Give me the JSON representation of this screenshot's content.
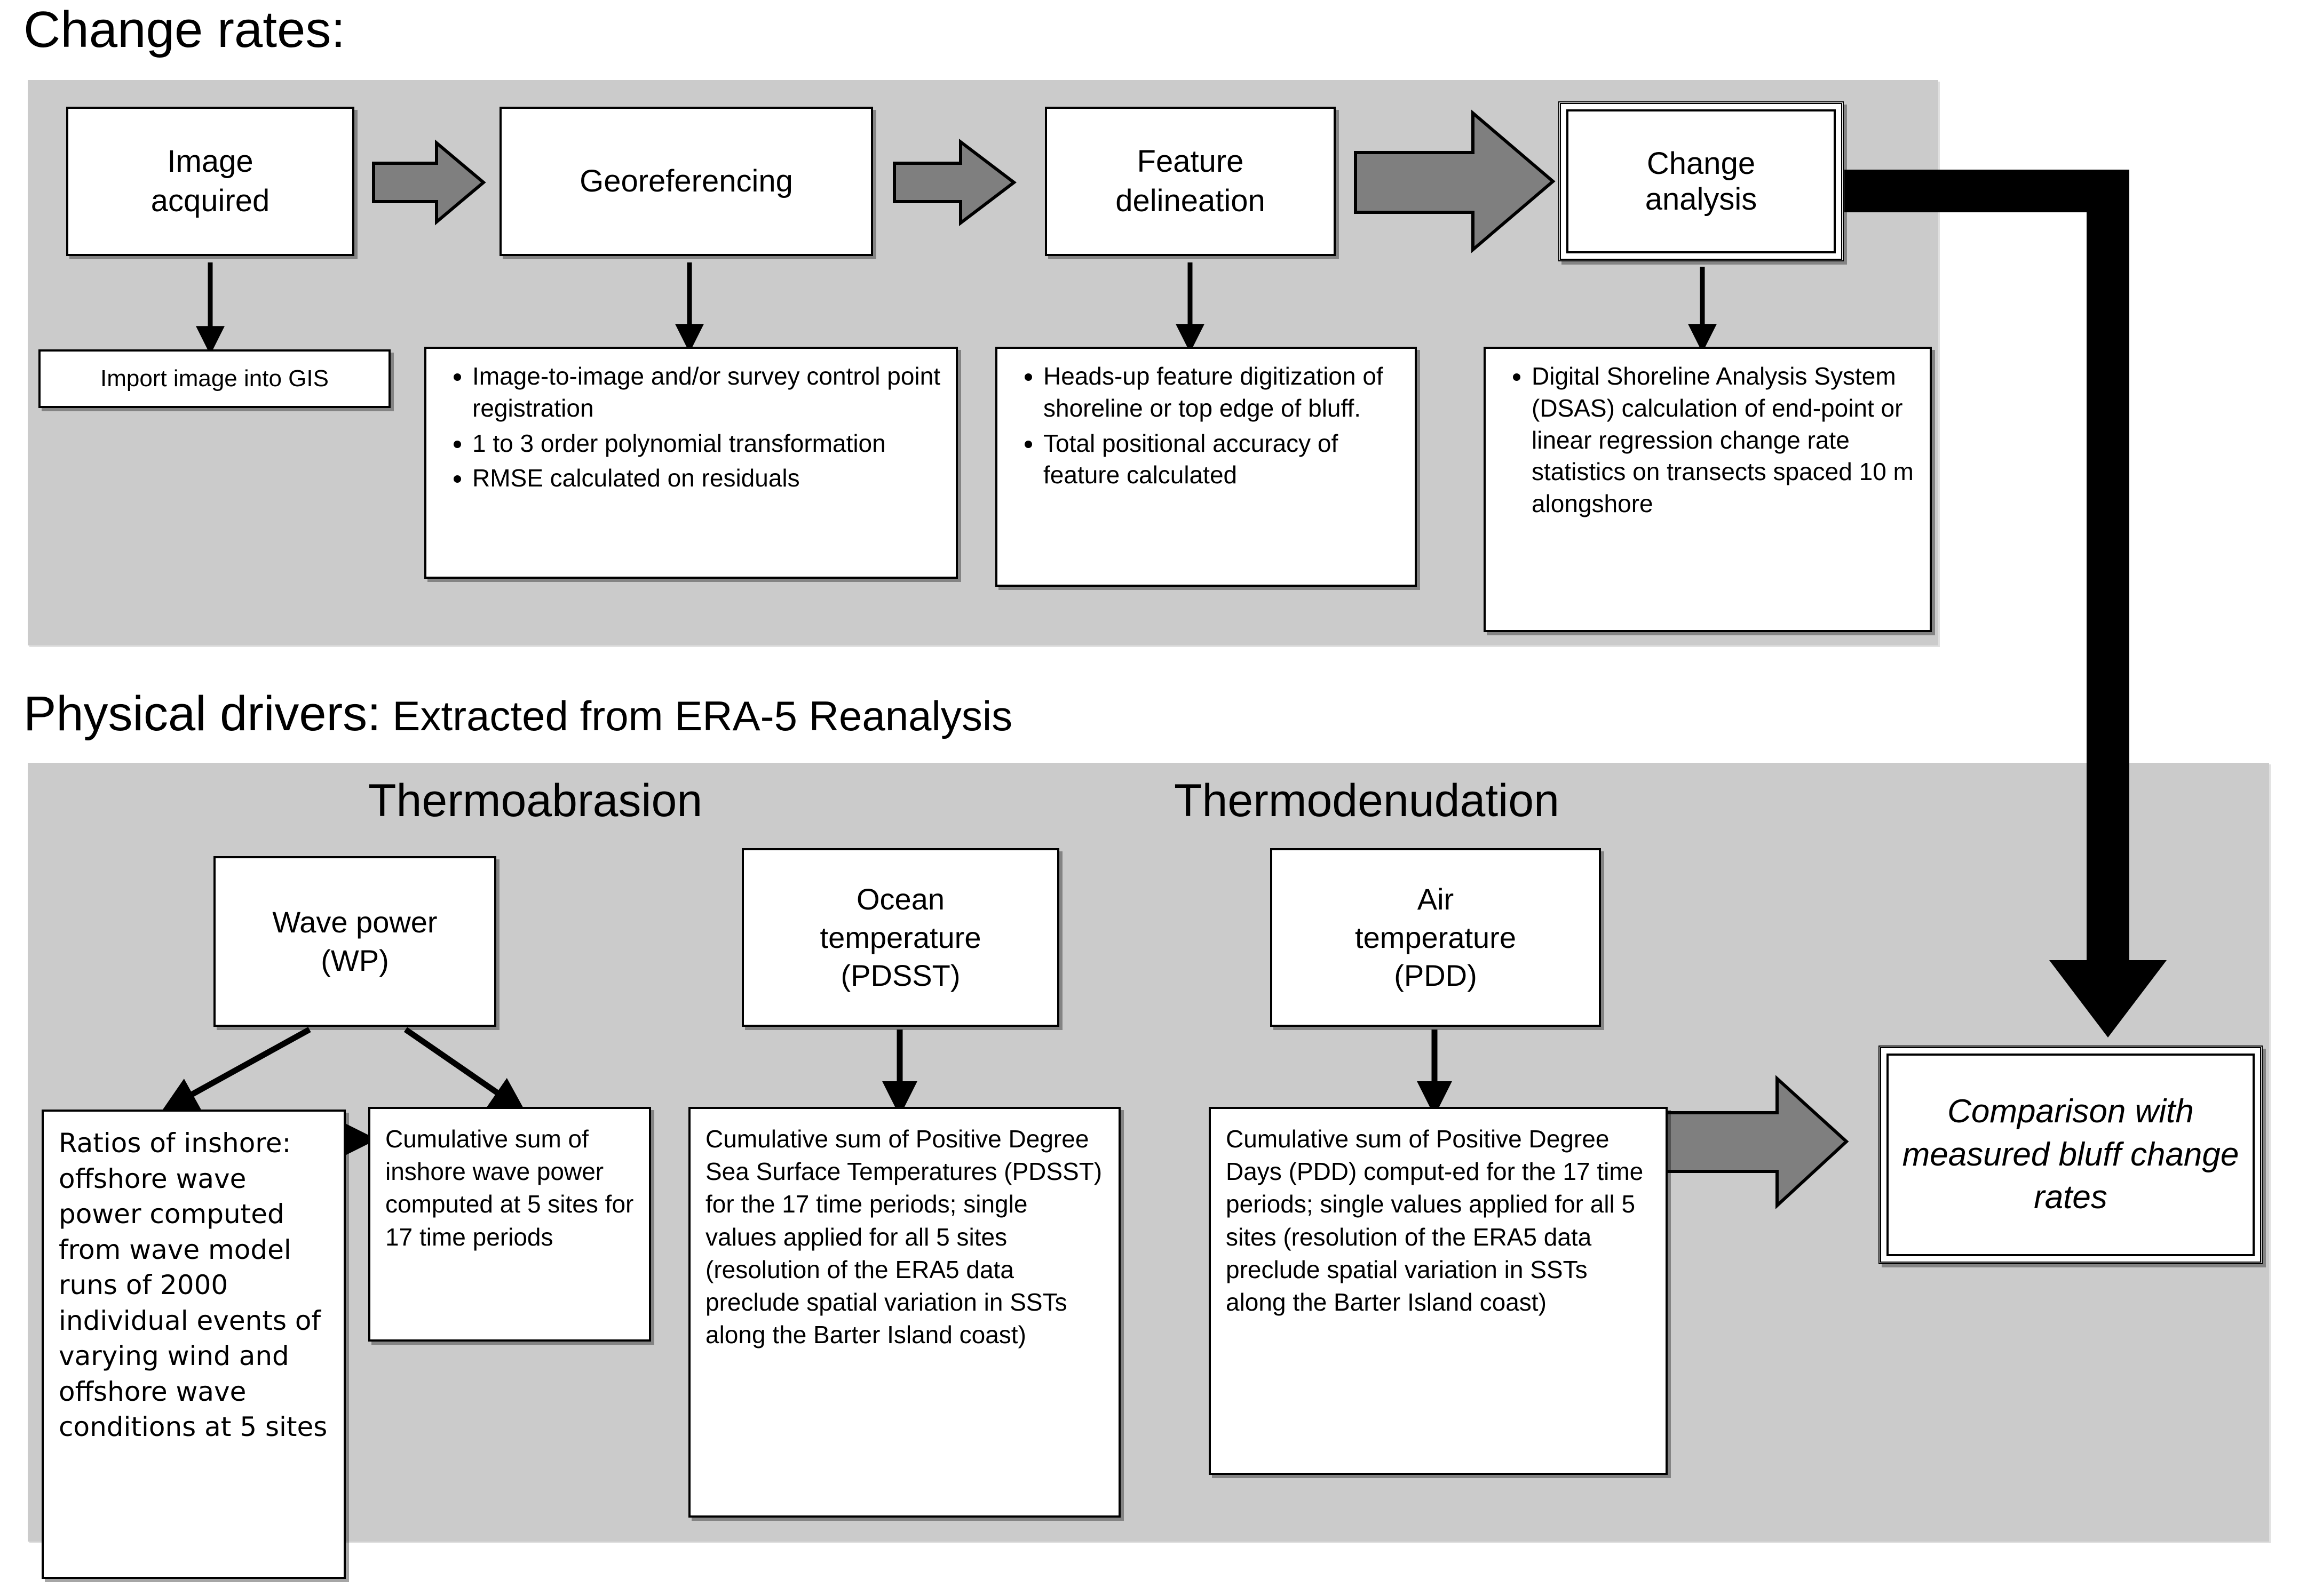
{
  "headings": {
    "change_rates": "Change rates:",
    "physical_drivers_bold": "Physical drivers:",
    "physical_drivers_rest": " Extracted from ERA-5 Reanalysis",
    "thermoabrasion": "Thermoabrasion",
    "thermodenudation": "Thermodenudation"
  },
  "colors": {
    "panel_gray": "#cbcbcb",
    "arrow_gray": "#7f7f7f",
    "arrow_black": "#000000",
    "box_fill": "#ffffff",
    "outline": "#000000"
  },
  "change_rates": {
    "process": [
      {
        "label": "Image\nacquired"
      },
      {
        "label": "Georeferencing"
      },
      {
        "label": "Feature\ndelineation"
      },
      {
        "label": "Change\nanalysis"
      }
    ],
    "details": {
      "import_gis": "Import image into GIS",
      "georeferencing_bullets": [
        "Image-to-image and/or survey control point registration",
        "1 to 3 order polynomial transformation",
        "RMSE calculated on residuals"
      ],
      "feature_bullets": [
        "Heads-up feature digitization of shoreline or top edge of bluff.",
        "Total positional accuracy of feature calculated"
      ],
      "change_bullets": [
        "Digital Shoreline Analysis System (DSAS) calculation of end-point or linear regression change rate statistics on transects spaced 10 m alongshore"
      ]
    }
  },
  "physical_drivers": {
    "drivers": [
      {
        "name": "wave-power",
        "label": "Wave power\n(WP)"
      },
      {
        "name": "ocean-temperature",
        "label": "Ocean\ntemperature\n(PDSST)"
      },
      {
        "name": "air-temperature",
        "label": "Air\ntemperature\n(PDD)"
      }
    ],
    "details": {
      "wave_power_ratio": "Ratios of inshore: offshore wave power computed from wave model runs of 2000 individual events of varying wind and offshore wave conditions at 5 sites",
      "wave_power_cumulative": "Cumulative sum of inshore wave power computed at 5 sites for 17 time periods",
      "ocean_temperature": "Cumulative sum of Positive Degree Sea Surface Temperatures (PDSST) for the 17 time periods; single values applied for all 5 sites (resolution of the ERA5 data preclude spatial variation in SSTs along the Barter Island coast)",
      "air_temperature": "Cumulative sum of Positive Degree Days (PDD) comput-ed  for the 17 time periods; single values applied for all 5 sites (resolution of the ERA5 data preclude spatial variation in SSTs along the Barter Island coast)"
    }
  },
  "outcome": {
    "comparison": "Comparison with measured bluff change rates"
  }
}
